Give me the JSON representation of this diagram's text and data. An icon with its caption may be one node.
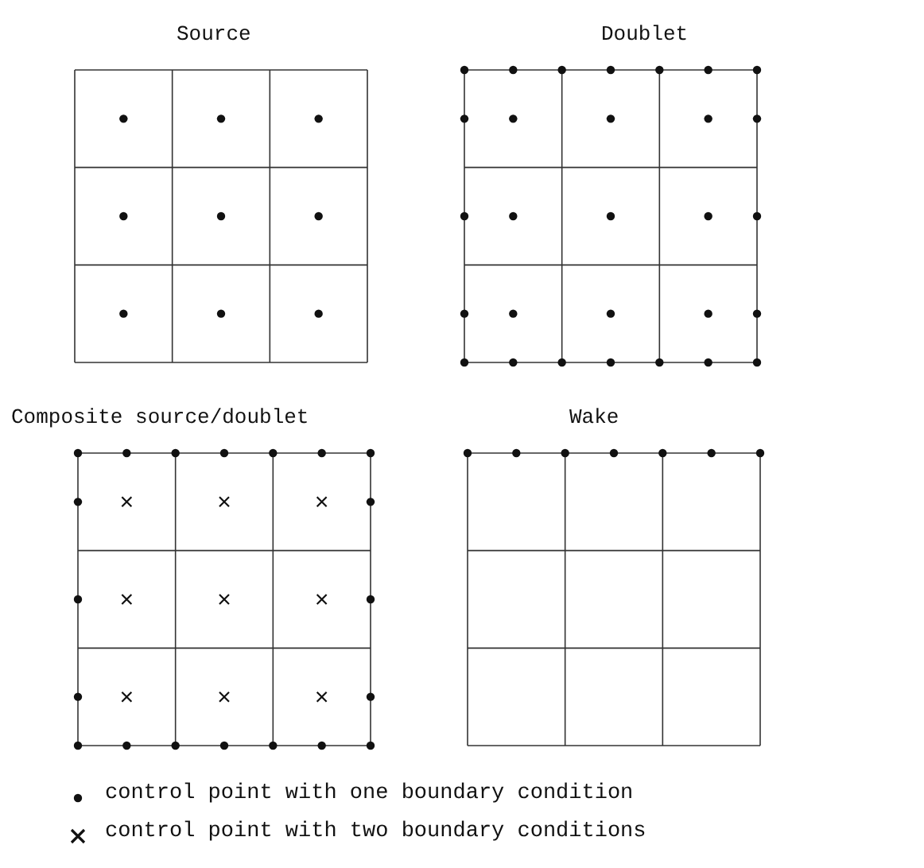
{
  "diagram": {
    "nodes": [
      {
        "text": [
          "Source"
        ]
      },
      {
        "text": [
          "Doublet"
        ]
      },
      {
        "text": [
          "Composite source/doublet"
        ]
      },
      {
        "text": [
          "Wake"
        ]
      }
    ],
    "legend": [
      {
        "text": "control point with one boundary condition"
      },
      {
        "text": "control point with two boundary conditions"
      }
    ]
  }
}
